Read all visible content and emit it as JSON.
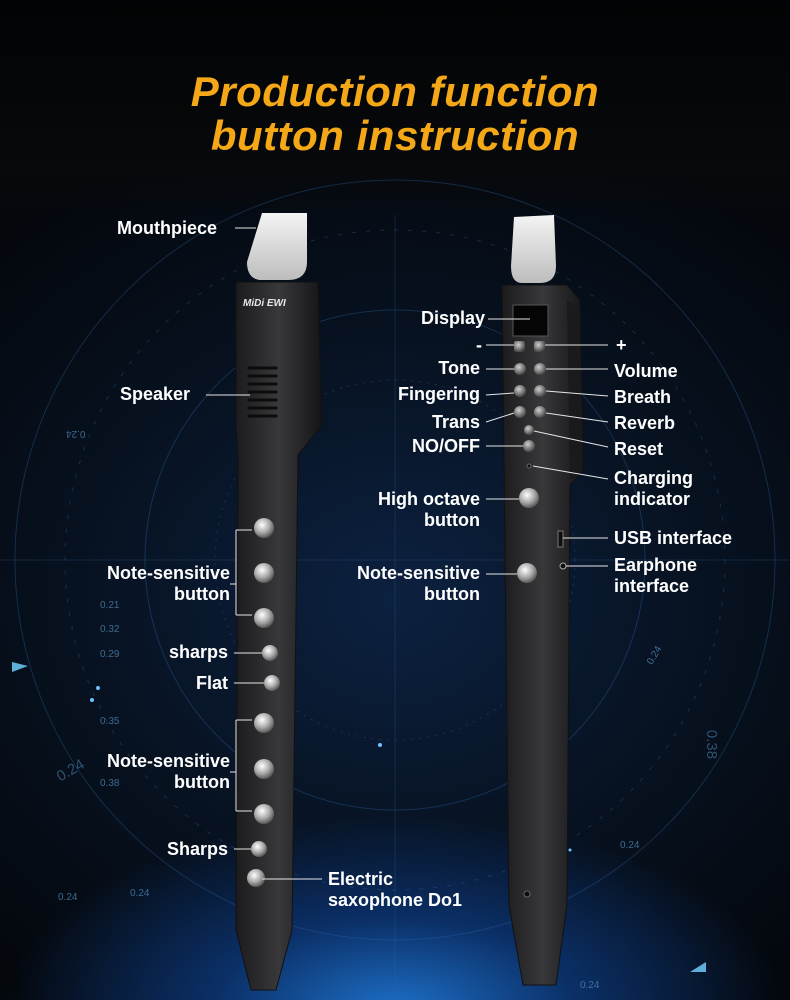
{
  "header": {
    "line1": "Production function",
    "line2": "button instruction"
  },
  "front_view": {
    "mouthpiece": "Mouthpiece",
    "speaker": "Speaker",
    "note_sensitive_1_line1": "Note-sensitive",
    "note_sensitive_1_line2": "button",
    "sharps_1": "sharps",
    "flat": "Flat",
    "note_sensitive_2_line1": "Note-sensitive",
    "note_sensitive_2_line2": "button",
    "sharps_2": "Sharps",
    "electric_line1": "Electric",
    "electric_line2": "saxophone Do1",
    "logo": "MiDi EWI"
  },
  "back_view": {
    "display": "Display",
    "minus": "-",
    "plus": "+",
    "tone": "Tone",
    "volume": "Volume",
    "fingering": "Fingering",
    "breath": "Breath",
    "trans": "Trans",
    "reverb": "Reverb",
    "no_off": "NO/OFF",
    "reset": "Reset",
    "charging_line1": "Charging",
    "charging_line2": "indicator",
    "high_octave_line1": "High octave",
    "high_octave_line2": "button",
    "usb": "USB interface",
    "earphone_line1": "Earphone",
    "earphone_line2": "interface",
    "note_sensitive_line1": "Note-sensitive",
    "note_sensitive_line2": "button"
  },
  "background_numbers": [
    "0.24",
    "0.21",
    "0.32",
    "0.29",
    "0.35",
    "0.38",
    "0.24",
    "0.24",
    "0.24",
    "0.24",
    "0.38",
    "0.24",
    "0.24"
  ],
  "colors": {
    "headline": "#f5a817",
    "label": "#ffffff",
    "device_body": "#2b2b2d",
    "mouthpiece": "#e2e2e2"
  }
}
